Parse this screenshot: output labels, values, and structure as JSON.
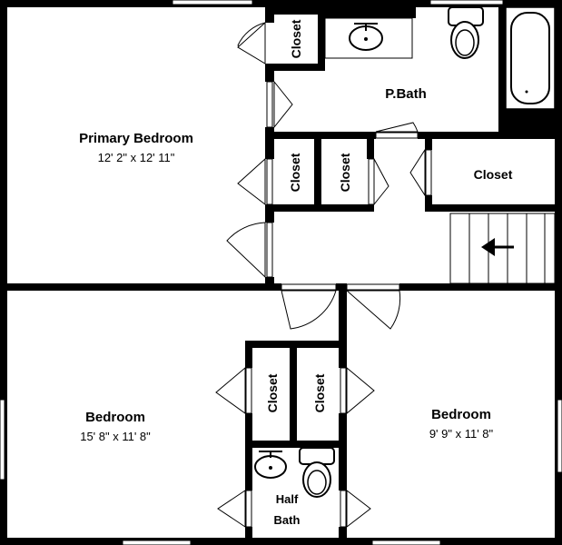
{
  "rooms": {
    "primary_bedroom": {
      "name": "Primary Bedroom",
      "dims": "12' 2\" x 12' 11\""
    },
    "bedroom_left": {
      "name": "Bedroom",
      "dims": "15' 8\" x 11' 8\""
    },
    "bedroom_right": {
      "name": "Bedroom",
      "dims": "9' 9\" x 11' 8\""
    },
    "primary_bath": {
      "name": "P.Bath"
    },
    "half_bath": {
      "line1": "Half",
      "line2": "Bath"
    }
  },
  "closets": {
    "bath_top": "Closet",
    "mid_left": "Closet",
    "mid_right": "Closet",
    "hall": "Closet",
    "lower_left": "Closet",
    "lower_right": "Closet"
  },
  "icons": {
    "stairs_direction": "arrow-left-icon",
    "fixtures": [
      "sink-icon",
      "toilet-icon",
      "bathtub-icon"
    ]
  }
}
